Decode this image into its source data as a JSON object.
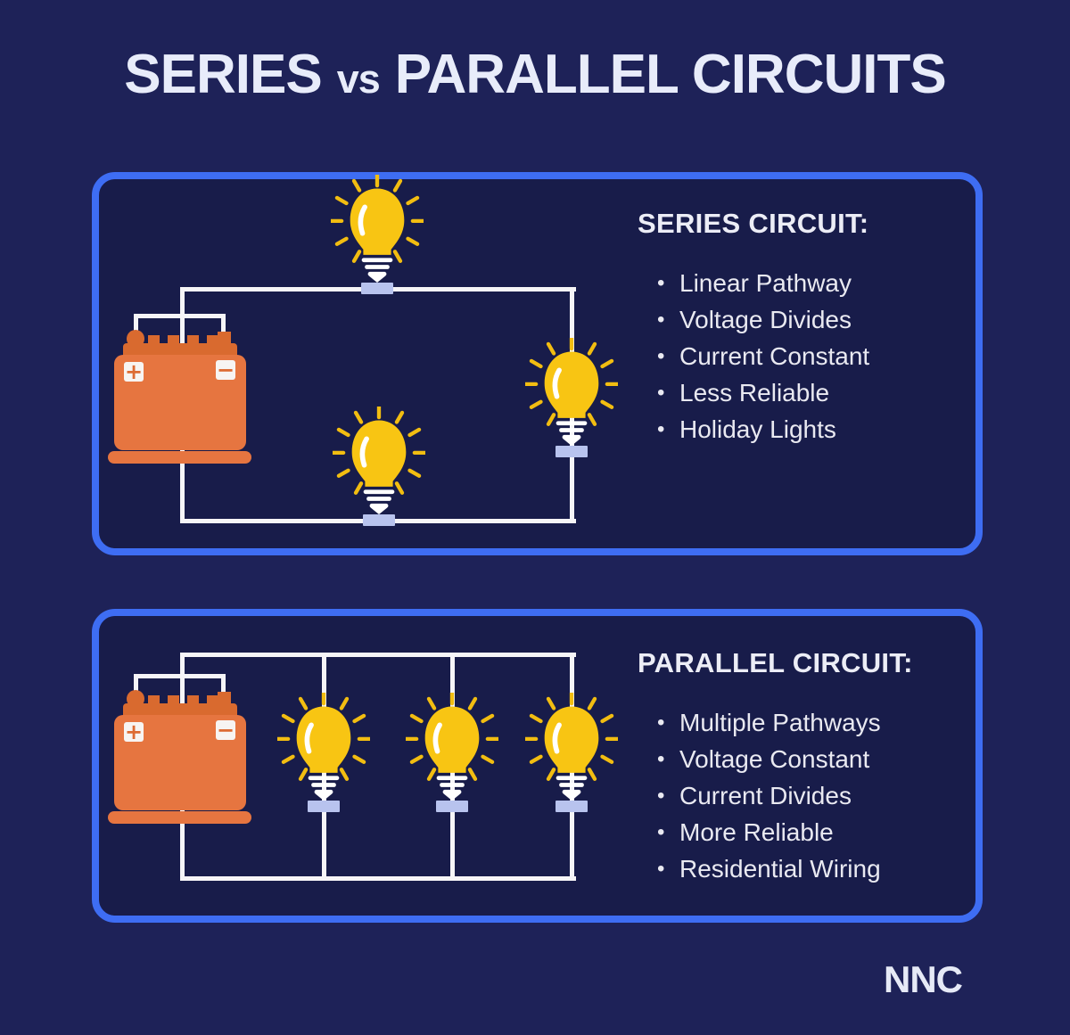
{
  "title": {
    "series_word": "SERIES",
    "vs_word": "vs",
    "parallel_word": "PARALLEL CIRCUITS"
  },
  "series_panel": {
    "heading": "SERIES CIRCUIT:",
    "bullets": [
      "Linear Pathway",
      "Voltage Divides",
      "Current Constant",
      "Less Reliable",
      "Holiday Lights"
    ]
  },
  "parallel_panel": {
    "heading": "PARALLEL CIRCUIT:",
    "bullets": [
      "Multiple Pathways",
      "Voltage Constant",
      "Current Divides",
      "More Reliable",
      "Residential Wiring"
    ]
  },
  "battery": {
    "positive_label": "+",
    "negative_label": "−"
  },
  "logo": {
    "text": "NNC"
  },
  "colors": {
    "background": "#1e2258",
    "panel_background": "#181c4a",
    "panel_border": "#3e6df3",
    "wire": "#f6f5f7",
    "bulb_yellow": "#f8c513",
    "bulb_ray": "#f2bd11",
    "bulb_highlight": "#ffffff",
    "connector": "#b8c3ee",
    "battery_orange": "#e67540",
    "battery_dark_orange": "#d96a2f",
    "terminal_white": "#f7f4f2",
    "terminal_symbol": "#dd6b33",
    "title_text": "#e8ecfa",
    "body_text": "#e9e9f1"
  }
}
